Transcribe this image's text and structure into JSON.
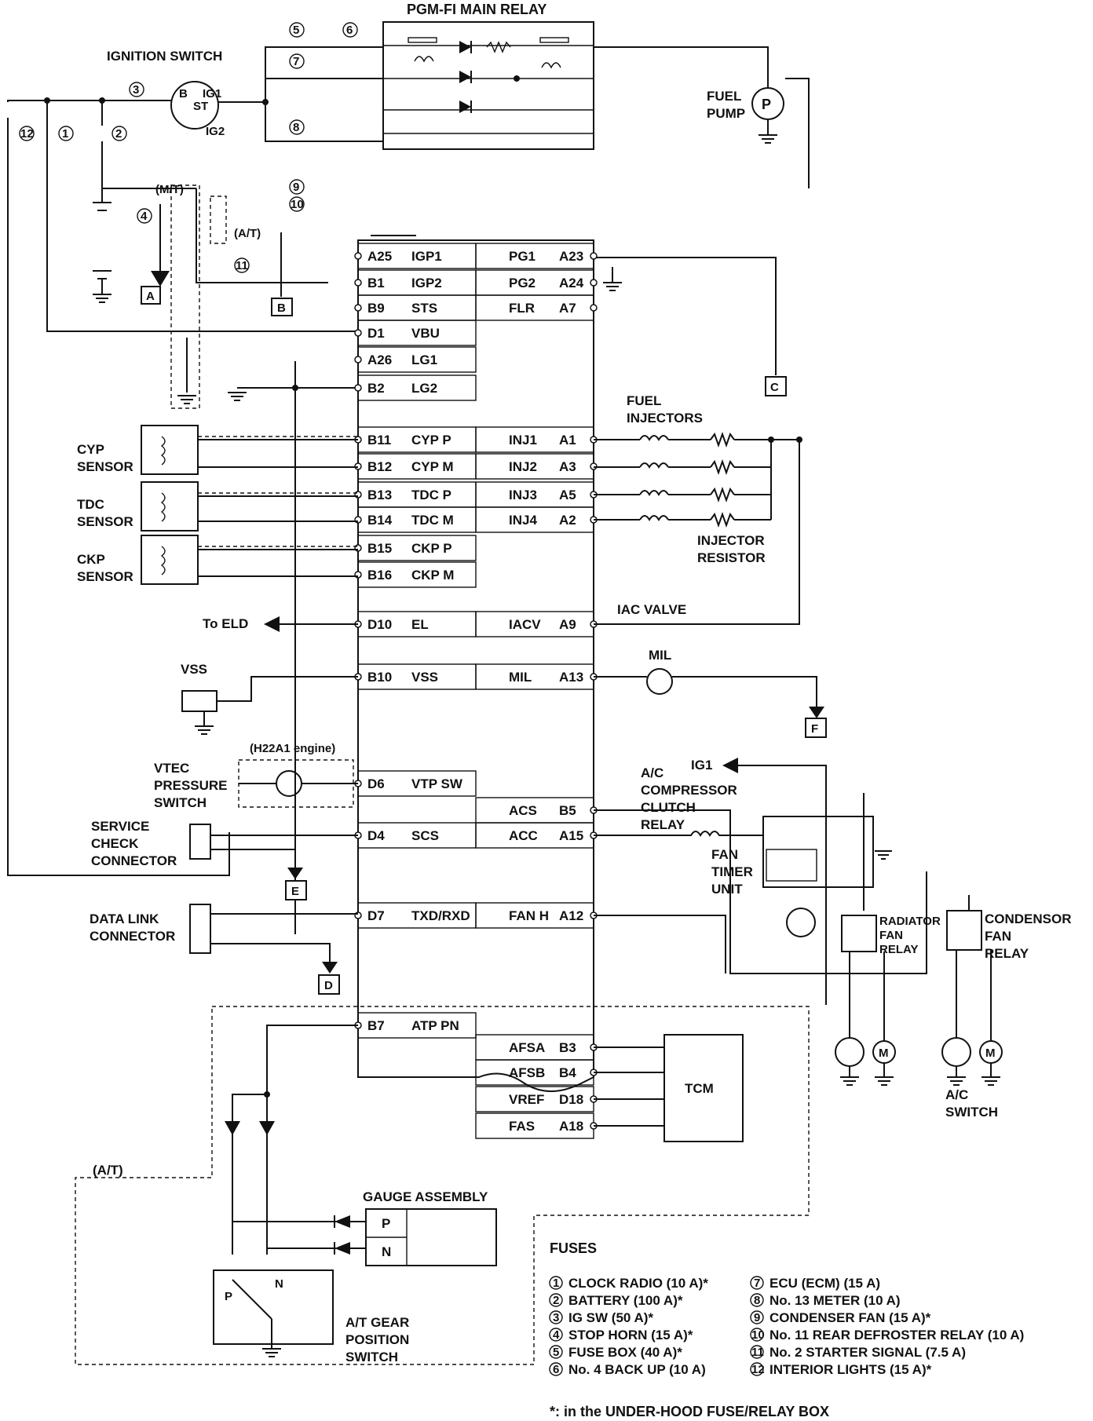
{
  "title": "PGM-FI MAIN RELAY",
  "labels": {
    "ignition_switch": "IGNITION SWITCH",
    "ign_b": "B",
    "ign_ig1": "IG1",
    "ign_st": "ST",
    "ign_ig2": "IG2",
    "mt": "(M/T)",
    "at": "(A/T)",
    "at2": "(A/T)",
    "fuel_pump_1": "FUEL",
    "fuel_pump_2": "PUMP",
    "pump_p": "P",
    "cyp_1": "CYP",
    "cyp_2": "SENSOR",
    "tdc_1": "TDC",
    "tdc_2": "SENSOR",
    "ckp_1": "CKP",
    "ckp_2": "SENSOR",
    "fuel_inj_1": "FUEL",
    "fuel_inj_2": "INJECTORS",
    "inj_res_1": "INJECTOR",
    "inj_res_2": "RESISTOR",
    "iac_valve": "IAC VALVE",
    "mil": "MIL",
    "to_eld": "To ELD",
    "vss": "VSS",
    "h22a1": "(H22A1 engine)",
    "vtec_1": "VTEC",
    "vtec_2": "PRESSURE",
    "vtec_3": "SWITCH",
    "scc_1": "SERVICE",
    "scc_2": "CHECK",
    "scc_3": "CONNECTOR",
    "dlc_1": "DATA LINK",
    "dlc_2": "CONNECTOR",
    "ig1_arrow": "IG1",
    "ac_1": "A/C",
    "ac_2": "COMPRESSOR",
    "ac_3": "CLUTCH",
    "ac_4": "RELAY",
    "fan_timer_1": "FAN",
    "fan_timer_2": "TIMER",
    "fan_timer_3": "UNIT",
    "rad_1": "RADIATOR",
    "rad_2": "FAN",
    "rad_3": "RELAY",
    "cond_1": "CONDENSOR",
    "cond_2": "FAN",
    "cond_3": "RELAY",
    "acsw_1": "A/C",
    "acsw_2": "SWITCH",
    "tcm": "TCM",
    "gauge": "GAUGE ASSEMBLY",
    "gauge_p": "P",
    "gauge_n": "N",
    "atg_1": "A/T GEAR",
    "atg_2": "POSITION",
    "atg_3": "SWITCH",
    "atg_p": "P",
    "atg_n": "N",
    "motor": "M",
    "conn_a": "A",
    "conn_b": "B",
    "conn_c": "C",
    "conn_d": "D",
    "conn_e": "E",
    "conn_f": "F"
  },
  "ecm_left": [
    {
      "pin": "A25",
      "name": "IGP1"
    },
    {
      "pin": "B1",
      "name": "IGP2"
    },
    {
      "pin": "B9",
      "name": "STS"
    },
    {
      "pin": "D1",
      "name": "VBU"
    },
    {
      "pin": "A26",
      "name": "LG1"
    },
    {
      "pin": "B2",
      "name": "LG2"
    },
    {
      "pin": "B11",
      "name": "CYP P"
    },
    {
      "pin": "B12",
      "name": "CYP M"
    },
    {
      "pin": "B13",
      "name": "TDC P"
    },
    {
      "pin": "B14",
      "name": "TDC M"
    },
    {
      "pin": "B15",
      "name": "CKP P"
    },
    {
      "pin": "B16",
      "name": "CKP M"
    },
    {
      "pin": "D10",
      "name": "EL"
    },
    {
      "pin": "B10",
      "name": "VSS"
    },
    {
      "pin": "D6",
      "name": "VTP SW"
    },
    {
      "pin": "D4",
      "name": "SCS"
    },
    {
      "pin": "D7",
      "name": "TXD/RXD"
    },
    {
      "pin": "B7",
      "name": "ATP PN"
    }
  ],
  "ecm_right": [
    {
      "pin": "A23",
      "name": "PG1"
    },
    {
      "pin": "A24",
      "name": "PG2"
    },
    {
      "pin": "A7",
      "name": "FLR"
    },
    {
      "pin": "A1",
      "name": "INJ1"
    },
    {
      "pin": "A3",
      "name": "INJ2"
    },
    {
      "pin": "A5",
      "name": "INJ3"
    },
    {
      "pin": "A2",
      "name": "INJ4"
    },
    {
      "pin": "A9",
      "name": "IACV"
    },
    {
      "pin": "A13",
      "name": "MIL"
    },
    {
      "pin": "B5",
      "name": "ACS"
    },
    {
      "pin": "A15",
      "name": "ACC"
    },
    {
      "pin": "A12",
      "name": "FAN H"
    },
    {
      "pin": "B3",
      "name": "AFSA"
    },
    {
      "pin": "B4",
      "name": "AFSB"
    },
    {
      "pin": "D18",
      "name": "VREF"
    },
    {
      "pin": "A18",
      "name": "FAS"
    }
  ],
  "fuse_numbers": [
    "1",
    "2",
    "3",
    "4",
    "5",
    "6",
    "7",
    "8",
    "9",
    "10",
    "11",
    "12"
  ],
  "fuses_title": "FUSES",
  "fuses": [
    {
      "num": "1",
      "text": "CLOCK RADIO (10 A)*"
    },
    {
      "num": "2",
      "text": "BATTERY (100 A)*"
    },
    {
      "num": "3",
      "text": "IG SW (50 A)*"
    },
    {
      "num": "4",
      "text": "STOP HORN (15 A)*"
    },
    {
      "num": "5",
      "text": "FUSE BOX (40 A)*"
    },
    {
      "num": "6",
      "text": "No. 4 BACK UP (10 A)"
    },
    {
      "num": "7",
      "text": "ECU (ECM) (15 A)"
    },
    {
      "num": "8",
      "text": "No. 13 METER (10 A)"
    },
    {
      "num": "9",
      "text": "CONDENSER FAN (15 A)*"
    },
    {
      "num": "10",
      "text": "No. 11 REAR DEFROSTER RELAY (10 A)"
    },
    {
      "num": "11",
      "text": "No. 2 STARTER SIGNAL (7.5 A)"
    },
    {
      "num": "12",
      "text": "INTERIOR LIGHTS (15 A)*"
    }
  ],
  "footnote": "*: in the UNDER-HOOD FUSE/RELAY BOX"
}
